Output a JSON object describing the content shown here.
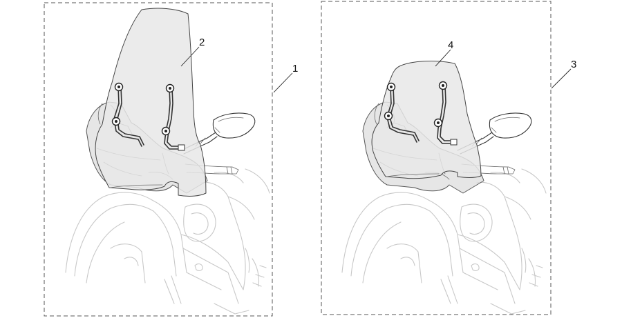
{
  "callouts": {
    "kit_high": "1",
    "screen_high": "2",
    "kit_low": "3",
    "screen_low": "4"
  },
  "colors": {
    "frame": "#555555",
    "shield_fill": "#e8e8e8",
    "ghost_line": "#c8c8c8"
  }
}
